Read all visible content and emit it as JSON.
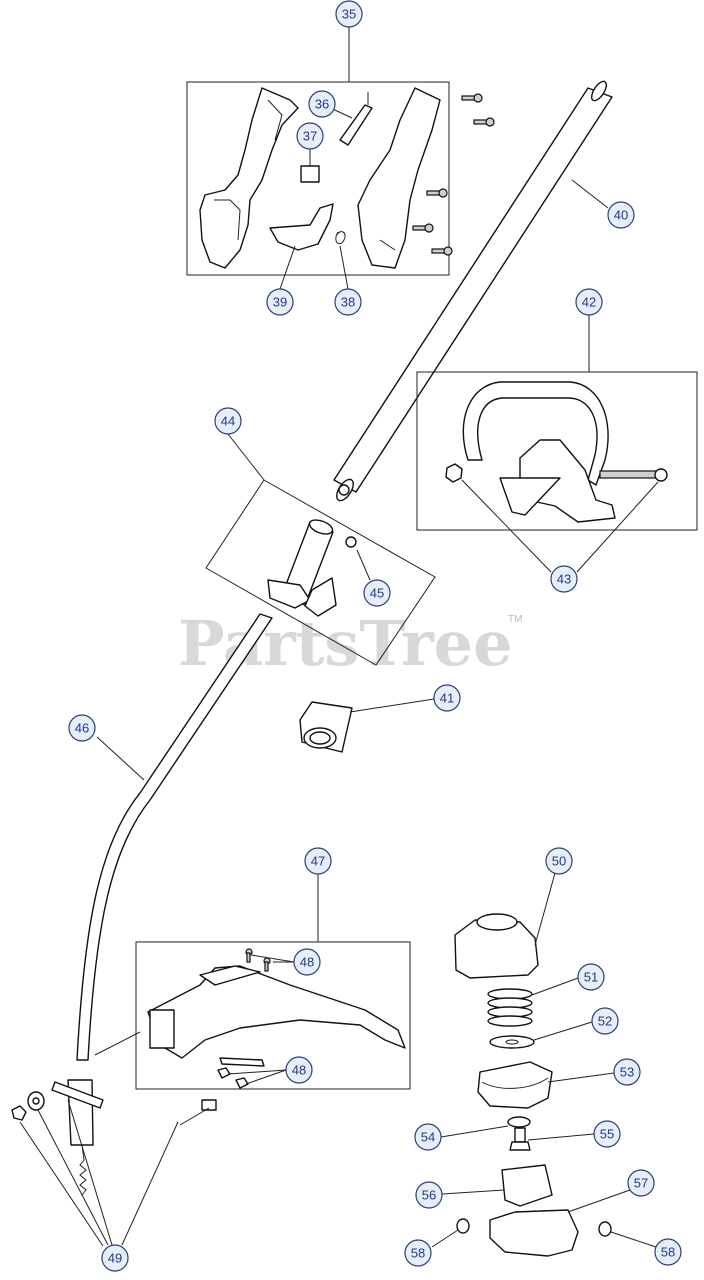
{
  "watermark": {
    "text": "PartsTree",
    "trademark": "TM"
  },
  "callouts": {
    "c35": "35",
    "c36": "36",
    "c37": "37",
    "c38": "38",
    "c39": "39",
    "c40": "40",
    "c41": "41",
    "c42": "42",
    "c43": "43",
    "c44": "44",
    "c45": "45",
    "c46": "46",
    "c47": "47",
    "c48a": "48",
    "c48b": "48",
    "c49": "49",
    "c50": "50",
    "c51": "51",
    "c52": "52",
    "c53": "53",
    "c54": "54",
    "c55": "55",
    "c56": "56",
    "c57": "57",
    "c58a": "58",
    "c58b": "58"
  },
  "colors": {
    "callout_text": "#1f3a8a",
    "callout_fill": "#e8eef8",
    "line": "#111111",
    "watermark": "#cccccc"
  }
}
